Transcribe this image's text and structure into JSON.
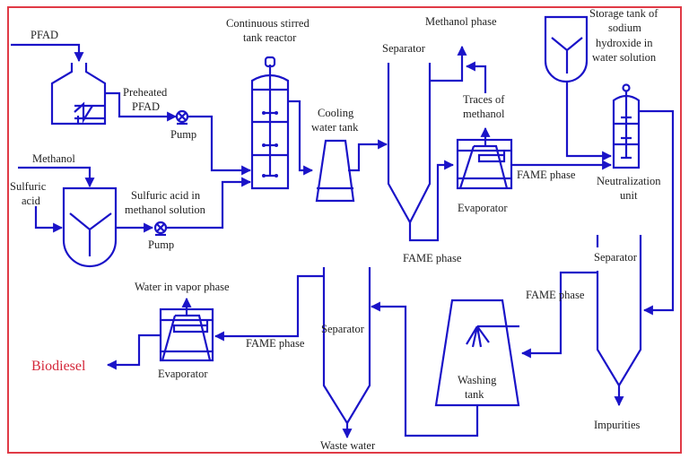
{
  "diagram": {
    "title": "Biodiesel production process from PFAD",
    "colors": {
      "line": "#1a13c8",
      "border": "#e03a46",
      "product": "#d4283a",
      "text": "#222222"
    },
    "inputs": {
      "pfad": "PFAD",
      "methanol": "Methanol",
      "sulfuric_acid_1": "Sulfuric",
      "sulfuric_acid_2": "acid"
    },
    "streams": {
      "preheated_pfad_1": "Preheated",
      "preheated_pfad_2": "PFAD",
      "acid_solution_1": "Sulfuric acid in",
      "acid_solution_2": "methanol solution",
      "methanol_phase": "Methanol phase",
      "traces_methanol_1": "Traces of",
      "traces_methanol_2": "methanol",
      "fame_phase_top": "FAME phase",
      "fame_phase_mid": "FAME phase",
      "fame_phase_right": "FAME phase",
      "fame_phase_bottom": "FAME phase",
      "water_vapor": "Water in vapor phase",
      "waste_water": "Waste water",
      "impurities": "Impurities",
      "biodiesel": "Biodiesel"
    },
    "equipment": {
      "pump_1": "Pump",
      "pump_2": "Pump",
      "cstr_1": "Continuous stirred",
      "cstr_2": "tank reactor",
      "cooling_1": "Cooling",
      "cooling_2": "water tank",
      "separator_1": "Separator",
      "evaporator_1": "Evaporator",
      "naoh_tank_1": "Storage tank of",
      "naoh_tank_2": "sodium",
      "naoh_tank_3": "hydroxide in",
      "naoh_tank_4": "water solution",
      "neutralization_1": "Neutralization",
      "neutralization_2": "unit",
      "separator_2": "Separator",
      "washing_1": "Washing",
      "washing_2": "tank",
      "separator_3": "Separator",
      "evaporator_2": "Evaporator"
    }
  }
}
